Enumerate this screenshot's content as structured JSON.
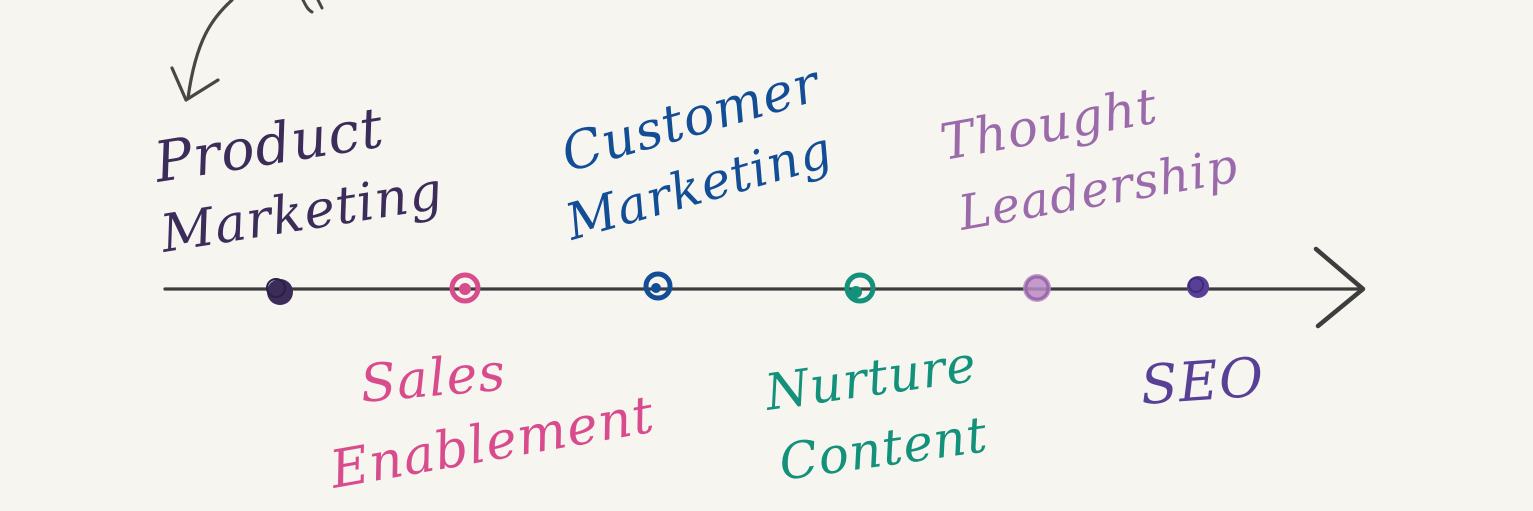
{
  "timeline": {
    "colors": {
      "axis": "#3d3d3d",
      "arrow": "#4a4743"
    },
    "points": [
      {
        "id": "product-marketing",
        "lines": [
          "Product",
          "Marketing"
        ],
        "color": "#3b2c5a",
        "position": "above"
      },
      {
        "id": "sales-enablement",
        "lines": [
          "Sales",
          "Enablement"
        ],
        "color": "#d84c8d",
        "position": "below"
      },
      {
        "id": "customer-marketing",
        "lines": [
          "Customer",
          "Marketing"
        ],
        "color": "#124d96",
        "position": "above"
      },
      {
        "id": "nurture-content",
        "lines": [
          "Nurture",
          "Content"
        ],
        "color": "#14917a",
        "position": "below"
      },
      {
        "id": "thought-leadership",
        "lines": [
          "Thought",
          "Leadership"
        ],
        "color": "#9b6aab",
        "position": "above"
      },
      {
        "id": "seo",
        "lines": [
          "SEO"
        ],
        "color": "#574096",
        "position": "below"
      }
    ]
  }
}
